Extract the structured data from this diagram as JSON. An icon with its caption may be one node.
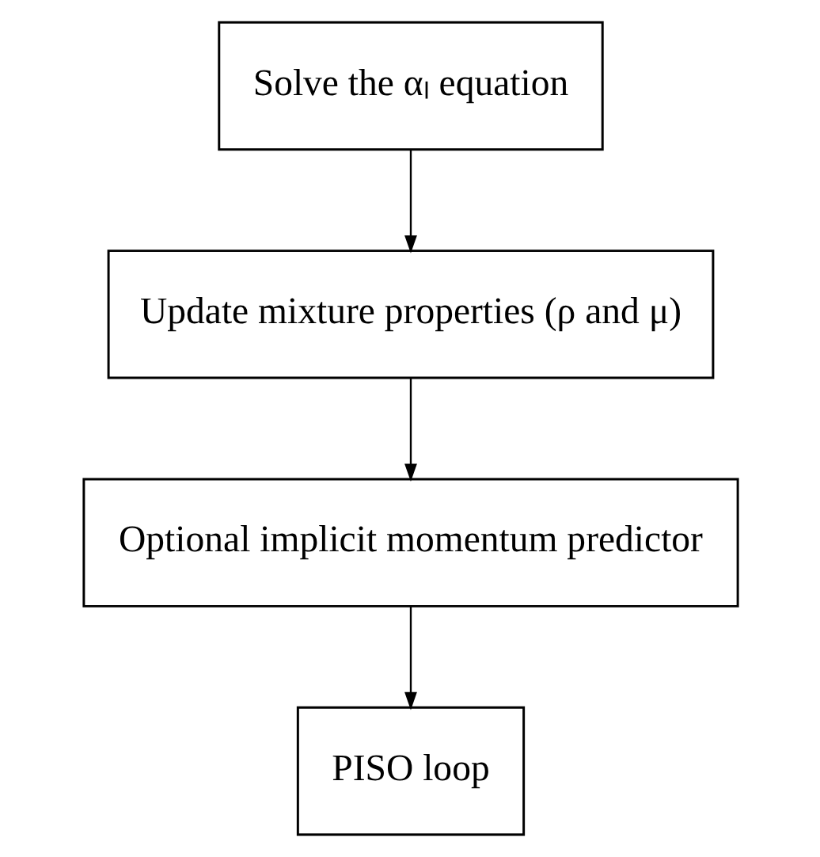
{
  "diagram": {
    "nodes": [
      {
        "text": [
          "Solve the αₗ equation"
        ]
      },
      {
        "text": [
          "Update mixture properties (ρ and μ)"
        ]
      },
      {
        "text": [
          "Optional implicit momentum predictor"
        ]
      },
      {
        "text": [
          "PISO loop"
        ]
      }
    ],
    "edges": [
      {
        "from": 0,
        "to": 1,
        "arrow": "to"
      },
      {
        "from": 1,
        "to": 2,
        "arrow": "to"
      },
      {
        "from": 2,
        "to": 3,
        "arrow": "to"
      }
    ]
  }
}
